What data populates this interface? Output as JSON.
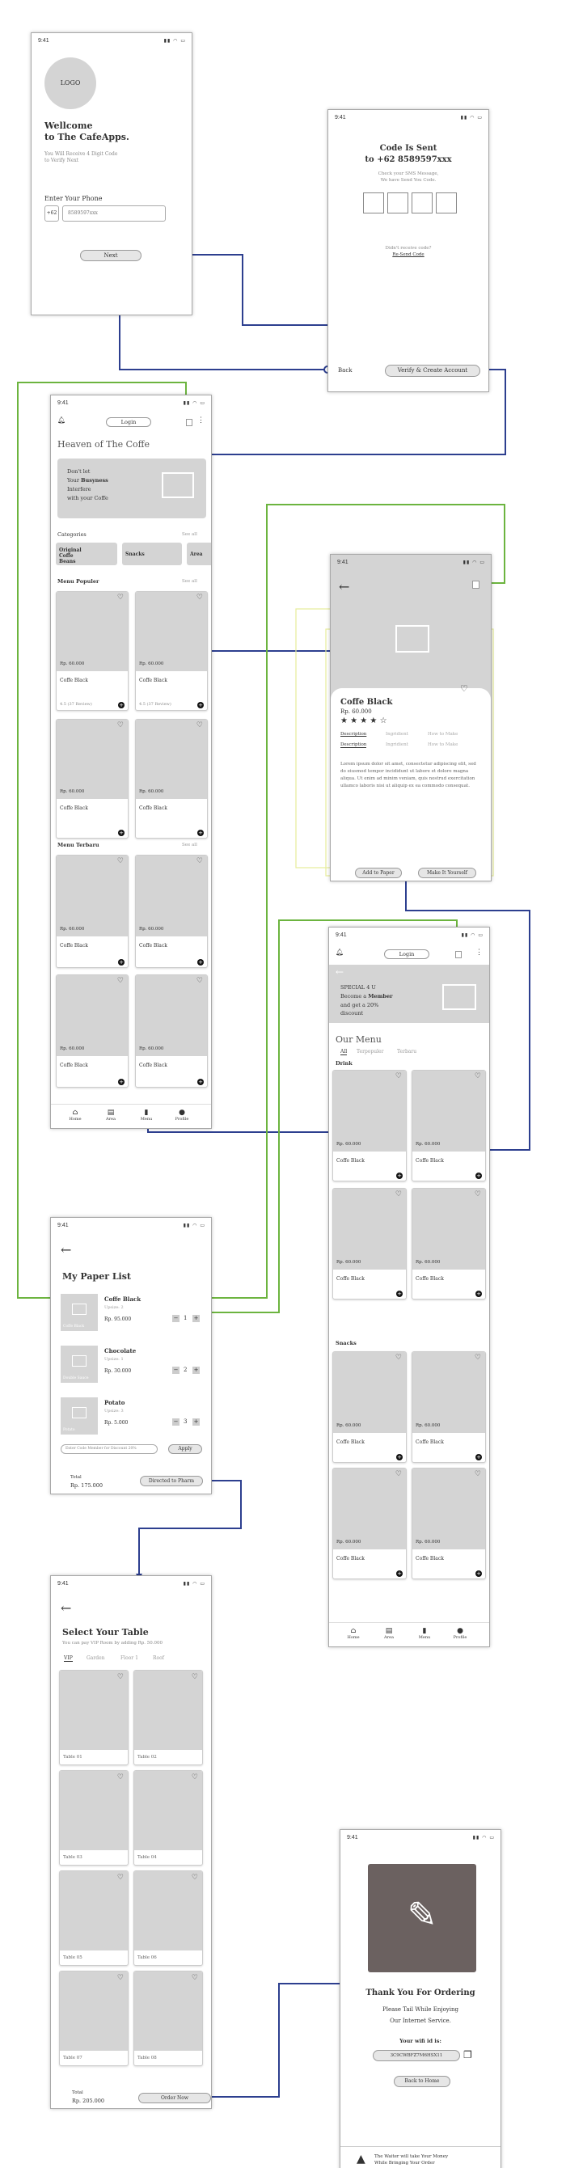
{
  "status_time": "9:41",
  "welcome": {
    "logo": "LOGO",
    "title_1": "Wellcome",
    "title_2": "to The CafeApps.",
    "subtitle_1": "You Will Receive 4 Digit Code",
    "subtitle_2": "to Verify Next",
    "phone_label": "Enter Your Phone",
    "country_code": "+62",
    "phone_value": "8589597xxx",
    "next_label": "Next"
  },
  "verify": {
    "title_1": "Code Is Sent",
    "title_2": "to +62 8589597xxx",
    "subtitle_1": "Check your SMS Message,",
    "subtitle_2": "We have Send You Code.",
    "resend_1": "Didn't receive code?",
    "resend_2": "Re-Send Code",
    "back_label": "Back",
    "verify_label": "Verify & Create Account"
  },
  "home": {
    "login_label": "Login",
    "heading": "Heaven of The Coffe",
    "banner_1": "Don't let",
    "banner_2a": "Your ",
    "banner_2b": "Busyness",
    "banner_3": "Interfere",
    "banner_4": "with your Coffe",
    "categories_label": "Categories",
    "see_all": "See all",
    "categories": [
      "Original Coffe Beans",
      "Snacks",
      "Area"
    ],
    "menu_populer": "Menu Populer",
    "menu_terbaru": "Menu Terbaru",
    "price": "Rp. 60.000",
    "item_name": "Coffe Black",
    "rating": "4.5 (37 Review)",
    "nav": [
      "Home",
      "Area",
      "Menu",
      "Profile"
    ]
  },
  "detail": {
    "name": "Coffe Black",
    "price": "Rp. 60.000",
    "stars": "★ ★ ★ ★ ☆",
    "tabs_row1": [
      "Description",
      "Ingridient",
      "How to Make"
    ],
    "tabs_row2": [
      "Description",
      "Ingridient",
      "How to Make"
    ],
    "lorem": "Lorem ipsum dolor sit amet, consectetur adipiscing elit, sed do eiusmod tempor incididunt ut labore et dolore magna aliqua. Ut enim ad minim veniam, quis nostrud exercitation ullamco laboris nisi ut aliquip ex ea commodo consequat.",
    "add_label": "Add to Paper",
    "make_label": "Make It Yourself"
  },
  "menu": {
    "login_label": "Login",
    "special_1": "SPECIAL 4 U",
    "special_2a": "Become a ",
    "special_2b": "Member",
    "special_3": "and get a 20%",
    "special_4": "discount",
    "title": "Our Menu",
    "tabs": [
      "All",
      "Terpopuler",
      "Terbaru"
    ],
    "drink": "Drink",
    "snacks": "Snacks",
    "price": "Rp. 60.000",
    "item_name": "Coffe Black",
    "nav": [
      "Home",
      "Area",
      "Menu",
      "Profile"
    ]
  },
  "paper": {
    "title": "My Paper List",
    "items": [
      {
        "name": "Coffe Black",
        "upsize": "Upsize: 2",
        "price": "Rp. 95.000",
        "qty": "1",
        "img": "Coffe Black"
      },
      {
        "name": "Chocolate",
        "upsize": "Upsize: 1",
        "price": "Rp. 30.000",
        "qty": "2",
        "img": "Double Sauce"
      },
      {
        "name": "Potato",
        "upsize": "Upsize: 3",
        "price": "Rp. 5.000",
        "qty": "3",
        "img": "Potato"
      }
    ],
    "promo_placeholder": "Enter Code Member for Discount 20%",
    "apply_label": "Apply",
    "total_label": "Total",
    "total_value": "Rp. 175.000",
    "proceed_label": "Directed to Pharm"
  },
  "table": {
    "title": "Select Your Table",
    "subtitle": "You can pay VIP Room by adding Rp. 50.000",
    "tabs": [
      "VIP",
      "Garden",
      "Floor 1",
      "Roof"
    ],
    "tables": [
      "Table 01",
      "Table 02",
      "Table 03",
      "Table 04",
      "Table 05",
      "Table 06",
      "Table 07",
      "Table 08"
    ],
    "total_label": "Total",
    "total_value": "Rp. 205.000",
    "order_label": "Order Now"
  },
  "thanks": {
    "title": "Thank You For Ordering",
    "subtitle_1": "Please Tail While Enjoying",
    "subtitle_2": "Our Internet Service.",
    "wifi_label": "Your wifi id is:",
    "wifi_id": "3C9CWBFZ7M6HSX11",
    "back_label": "Back to Home",
    "note_1": "The Waiter will take Your Money",
    "note_2": "While Bringing Your Order"
  },
  "colors": {
    "wire_blue": "#2d3f8f",
    "wire_green": "#6cb43f",
    "wire_yellow": "#e6ec9a",
    "dark_tile": "#6b6160"
  }
}
